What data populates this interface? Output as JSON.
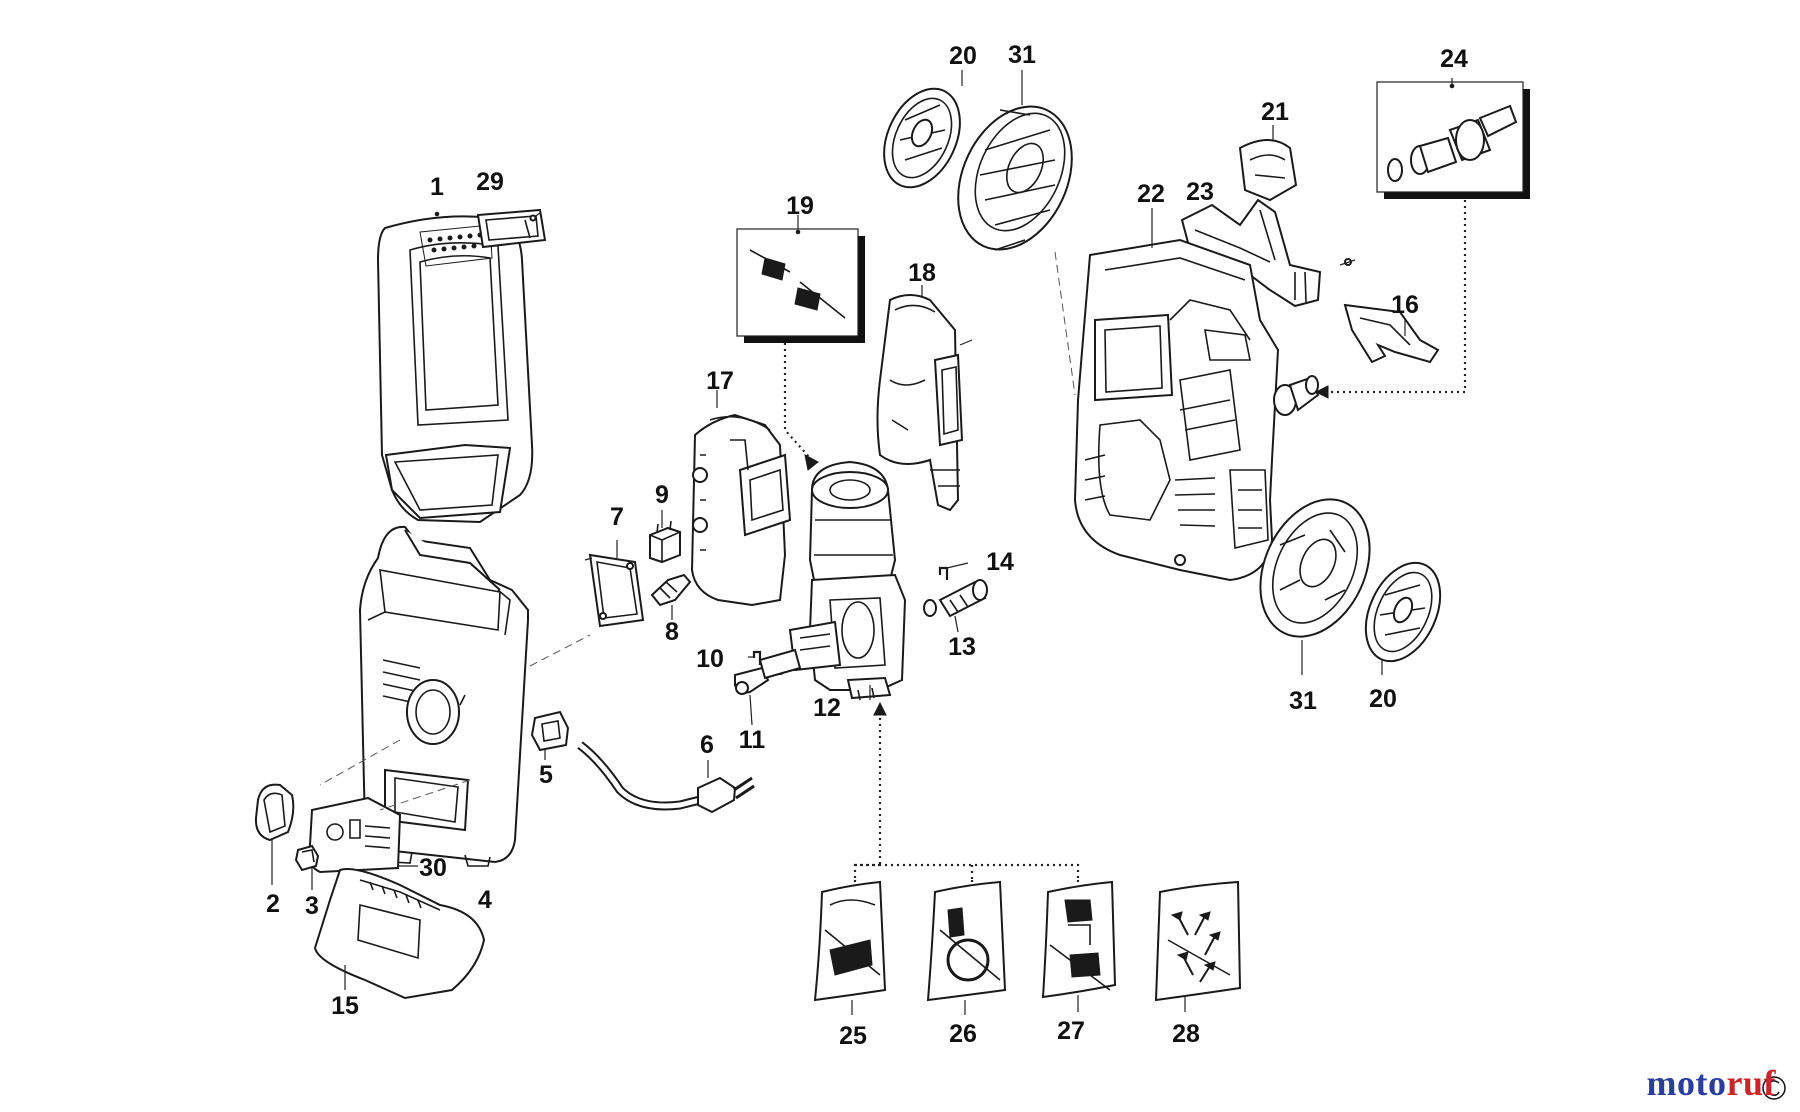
{
  "labels": {
    "p1": "1",
    "p2": "2",
    "p3": "3",
    "p4": "4",
    "p5": "5",
    "p6": "6",
    "p7": "7",
    "p8": "8",
    "p9": "9",
    "p10": "10",
    "p11": "11",
    "p12": "12",
    "p13": "13",
    "p14": "14",
    "p15": "15",
    "p16": "16",
    "p17": "17",
    "p18": "18",
    "p19": "19",
    "p20a": "20",
    "p20b": "20",
    "p21": "21",
    "p22": "22",
    "p23": "23",
    "p24": "24",
    "p25": "25",
    "p26": "26",
    "p27": "27",
    "p28": "28",
    "p29": "29",
    "p30": "30",
    "p31a": "31",
    "p31b": "31"
  },
  "watermark": {
    "part1": "moto",
    "part2": "ruf"
  },
  "colors": {
    "ink": "#1a1a1a",
    "brand_blue": "#2b3d9e",
    "brand_red": "#c8262c"
  }
}
